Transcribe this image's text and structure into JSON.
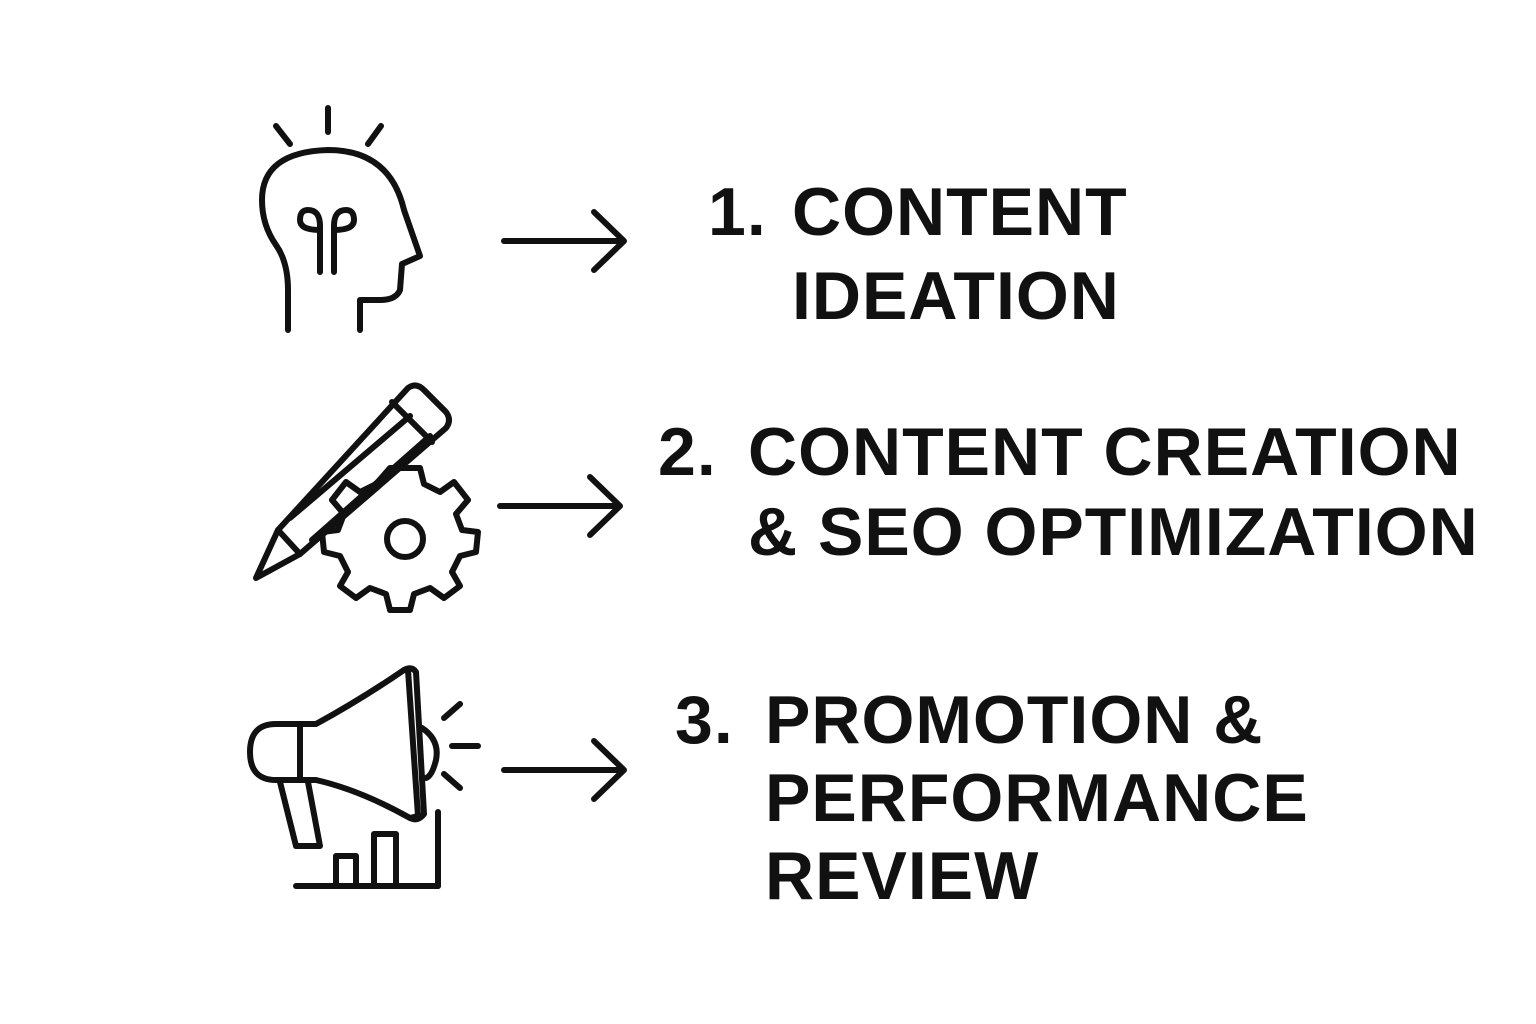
{
  "steps": [
    {
      "number": "1.",
      "lines": [
        "CONTENT",
        "IDEATION"
      ],
      "icon": "head-idea-icon"
    },
    {
      "number": "2.",
      "lines": [
        "CONTENT CREATION",
        "& SEO OPTIMIZATION"
      ],
      "icon": "pencil-gear-icon"
    },
    {
      "number": "3.",
      "lines": [
        "PROMOTION &",
        "PERFORMANCE",
        "REVIEW"
      ],
      "icon": "megaphone-chart-icon"
    }
  ],
  "colors": {
    "ink": "#111111",
    "background": "#ffffff"
  }
}
